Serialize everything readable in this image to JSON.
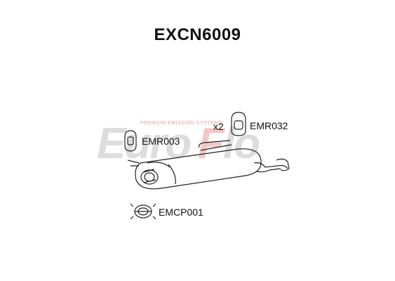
{
  "title": "EXCN6009",
  "watermark": {
    "brand": "EuroFlo",
    "tagline": "PREMIUM EMISSION SYSTEMS"
  },
  "parts": {
    "emr032": {
      "label": "EMR032",
      "quantity": "x2"
    },
    "emr003": {
      "label": "EMR003"
    },
    "emcp001": {
      "label": "EMCP001"
    }
  },
  "colors": {
    "watermark_grey": "#d9d9d9",
    "watermark_red": "#f2c2c2",
    "line": "#222222"
  }
}
